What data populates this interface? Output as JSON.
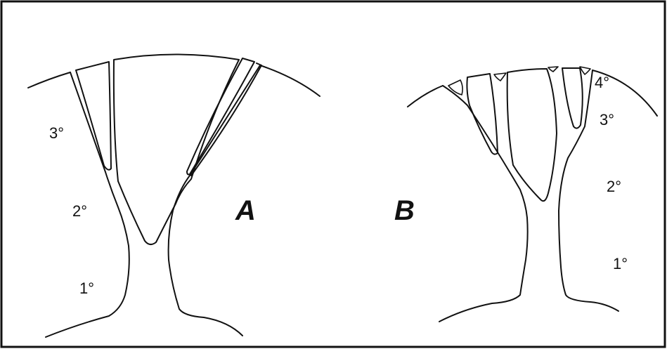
{
  "panel_a": {
    "letter": "A",
    "orders": {
      "tertiary": "3°",
      "secondary": "2°",
      "primary": "1°"
    }
  },
  "panel_b": {
    "letter": "B",
    "orders": {
      "quaternary": "4°",
      "tertiary": "3°",
      "secondary": "2°",
      "primary": "1°"
    }
  },
  "colors": {
    "line": "#111111",
    "background": "#ffffff"
  }
}
